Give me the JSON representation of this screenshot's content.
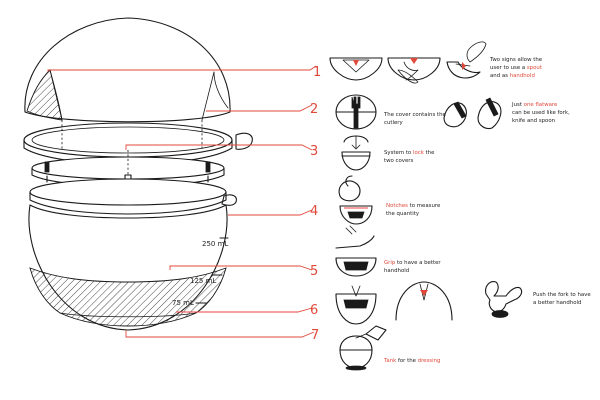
{
  "callouts": {
    "n1": "1",
    "n2": "2",
    "n3": "3",
    "n4": "4",
    "n5": "5",
    "n6": "6",
    "n7": "7"
  },
  "measurements": {
    "m250": "250 mL",
    "m125": "125 mL",
    "m75": "75 mL"
  },
  "captions": {
    "spout": {
      "l1": "Two signs allow the",
      "l2": "user to use a ",
      "h1": "spout",
      "l3": "and as ",
      "h2": "handhold"
    },
    "cover": {
      "l1": "The cover contains the",
      "h1": "cutlery"
    },
    "flatware": {
      "l1": "Just ",
      "h1": "one flatware",
      "l2": "can be used like fork,",
      "l3": "knife and spoon"
    },
    "lock": {
      "l1": "System to ",
      "h1": "lock",
      "l2": " the",
      "l3": "two covers"
    },
    "notches": {
      "h1": "Notches",
      "l1": " to measure",
      "l2": "the quantity"
    },
    "grip": {
      "h1": "Grip",
      "l1": " to have a better",
      "l2": "handhold"
    },
    "fork": {
      "l1": "Push the fork to have",
      "l2": "a better handhold"
    },
    "tank": {
      "h1": "Tank",
      "l1": " for the ",
      "h2": "dressing"
    }
  },
  "colors": {
    "accent": "#e0483a",
    "ink": "#1a1a1a",
    "background": "#ffffff"
  }
}
